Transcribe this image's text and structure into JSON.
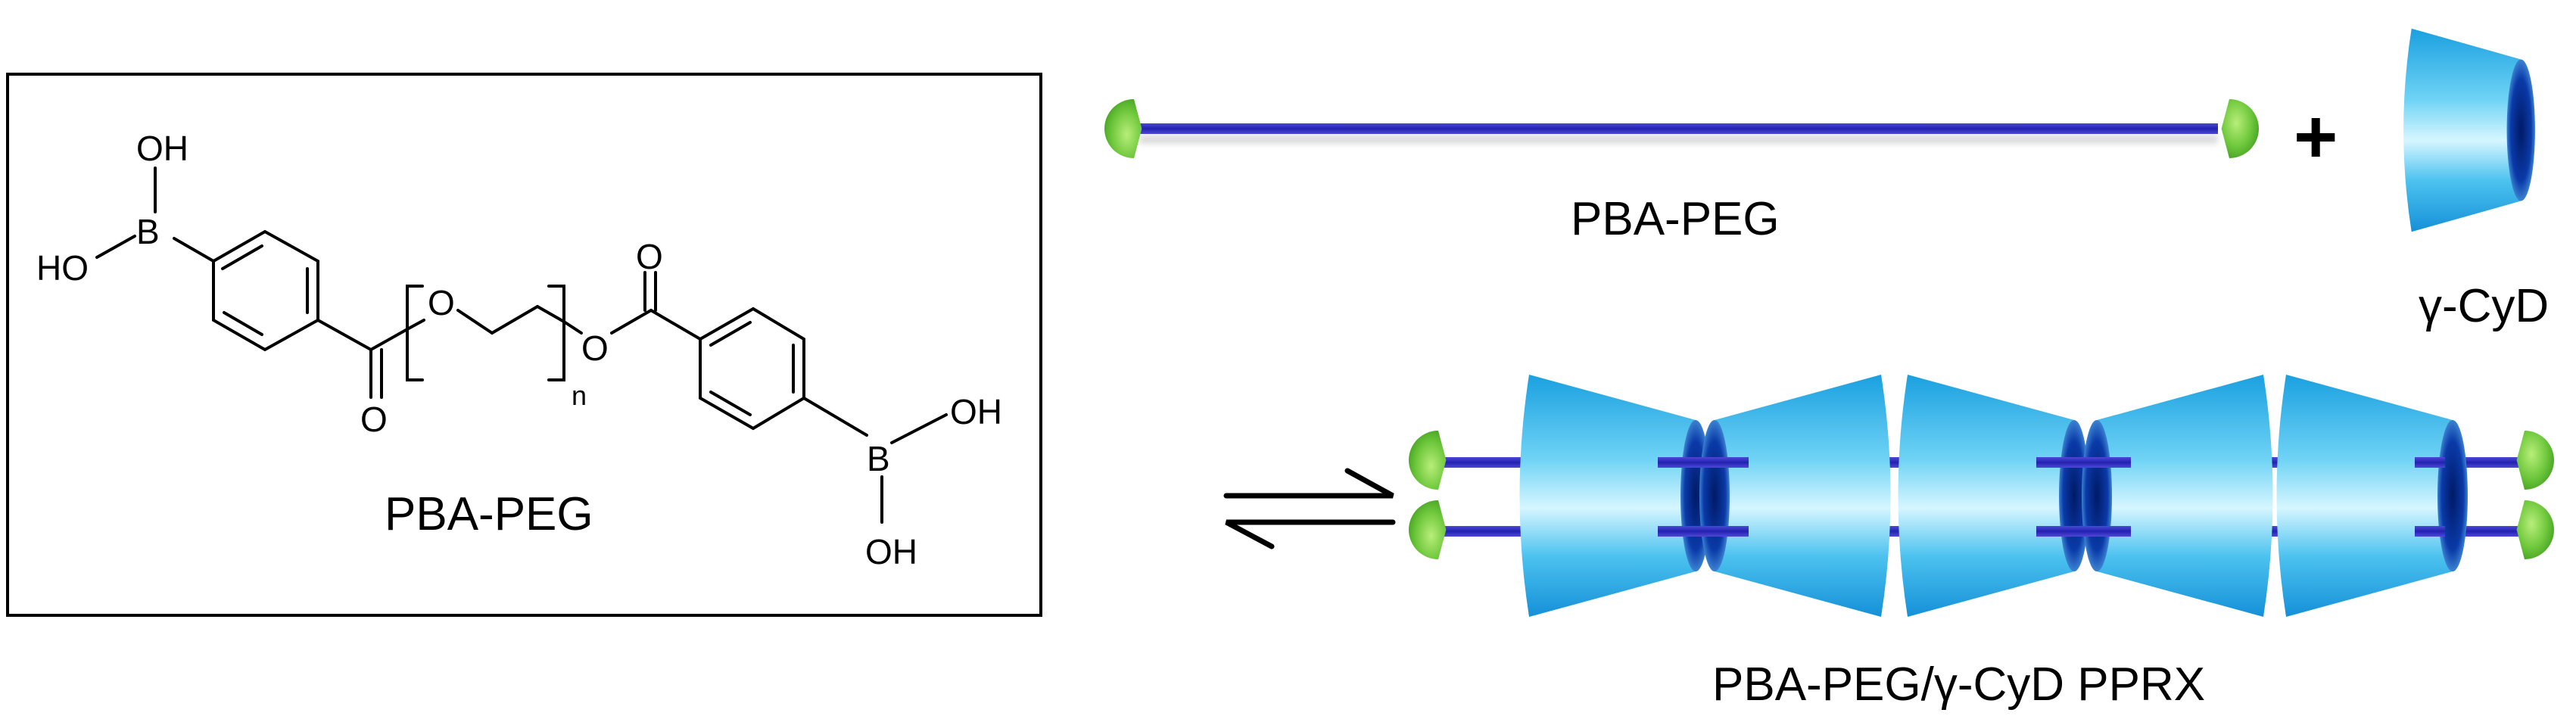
{
  "structure": {
    "atoms": {
      "oh_top_left": "OH",
      "ho_left": "HO",
      "b_left": "B",
      "carbonyl_o_left": "O",
      "ether_o": "O",
      "ester_o": "O",
      "carbonyl_o_right": "O",
      "b_right": "B",
      "oh_right": "OH",
      "oh_bottom_right": "OH"
    },
    "repeat_subscript": "n",
    "label": "PBA-PEG"
  },
  "scheme": {
    "polymer_label": "PBA-PEG",
    "plus_sign": "+",
    "cyd_label": "γ-CyD",
    "pprx_label": "PBA-PEG/γ-CyD PPRX",
    "colors": {
      "chain": "#2e2bb8",
      "end_group": "#6cc63a",
      "cyd_light": "#c9f2ff",
      "cyd_mid": "#45c4ef",
      "cyd_dark": "#0a2c8c"
    }
  }
}
